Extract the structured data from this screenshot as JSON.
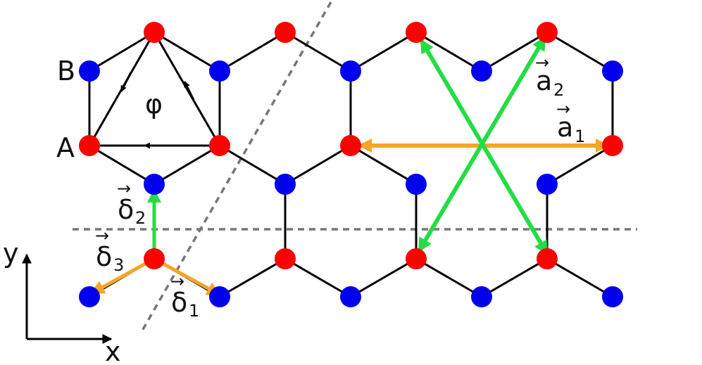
{
  "labels": {
    "site_b": "B",
    "site_a": "A",
    "phase": "φ",
    "a1": "a",
    "a1_sub": "1",
    "a2": "a",
    "a2_sub": "2",
    "delta1": "δ",
    "delta1_sub": "1",
    "delta2": "δ",
    "delta2_sub": "2",
    "delta3": "δ",
    "delta3_sub": "3",
    "axis_x": "x",
    "axis_y": "y",
    "vector_mark": "→"
  },
  "colors": {
    "a_site": "#ff0000",
    "b_site": "#0000ee",
    "bond": "#000000",
    "nn_vector": "#f5a623",
    "lattice_vector": "#22dd44",
    "guide_line": "#777777"
  }
}
